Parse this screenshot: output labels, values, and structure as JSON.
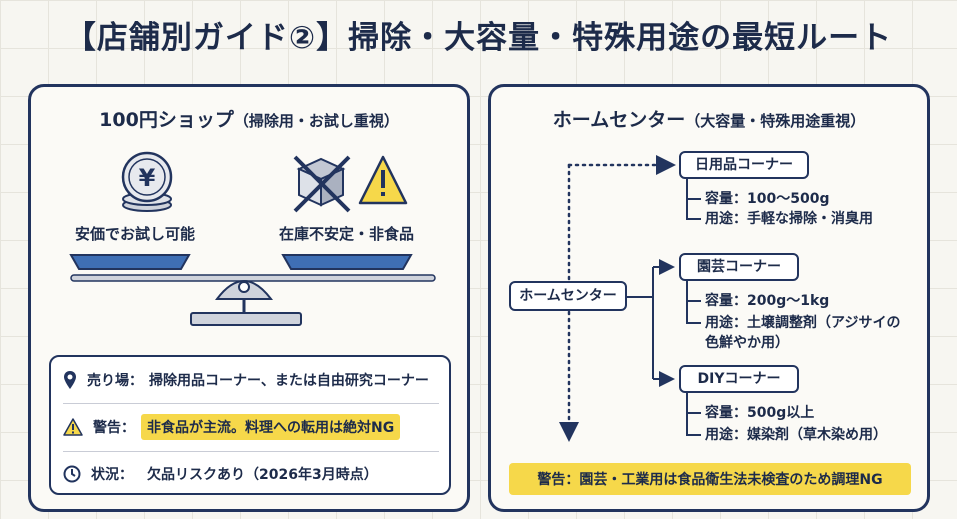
{
  "title": "【店舗別ガイド②】掃除・大容量・特殊用途の最短ルート",
  "left_panel": {
    "heading_main": "100円ショップ",
    "heading_sub": "（掃除用・お試し重視）",
    "coin_symbol": "¥",
    "left_label": "安価でお試し可能",
    "right_label": "在庫不安定・非食品",
    "info": [
      {
        "icon": "location-pin-icon",
        "label": "売り場：",
        "value": "掃除用品コーナー、または自由研究コーナー",
        "highlight": false
      },
      {
        "icon": "warning-icon",
        "label": "警告：",
        "value": "非食品が主流。料理への転用は絶対NG",
        "highlight": true
      },
      {
        "icon": "clock-icon",
        "label": "状況：",
        "value": "欠品リスクあり（2026年3月時点）",
        "highlight": false
      }
    ]
  },
  "right_panel": {
    "heading_main": "ホームセンター",
    "heading_sub": "（大容量・特殊用途重視）",
    "root": "ホームセンター",
    "branches": [
      {
        "name": "日用品コーナー",
        "lines": [
          "容量：100〜500g",
          "用途：手軽な掃除・消臭用"
        ]
      },
      {
        "name": "園芸コーナー",
        "lines": [
          "容量：200g〜1kg",
          "用途：土壌調整剤（アジサイの",
          "色鮮やか用）"
        ]
      },
      {
        "name": "DIYコーナー",
        "lines": [
          "容量：500g以上",
          "用途：媒染剤（草木染め用）"
        ]
      }
    ],
    "warning": "警告：園芸・工業用は食品衛生法未検査のため調理NG"
  },
  "colors": {
    "navy": "#22345e",
    "blue": "#3f6fb5",
    "yellow": "#f6d84a",
    "background": "#f7f6f1"
  }
}
